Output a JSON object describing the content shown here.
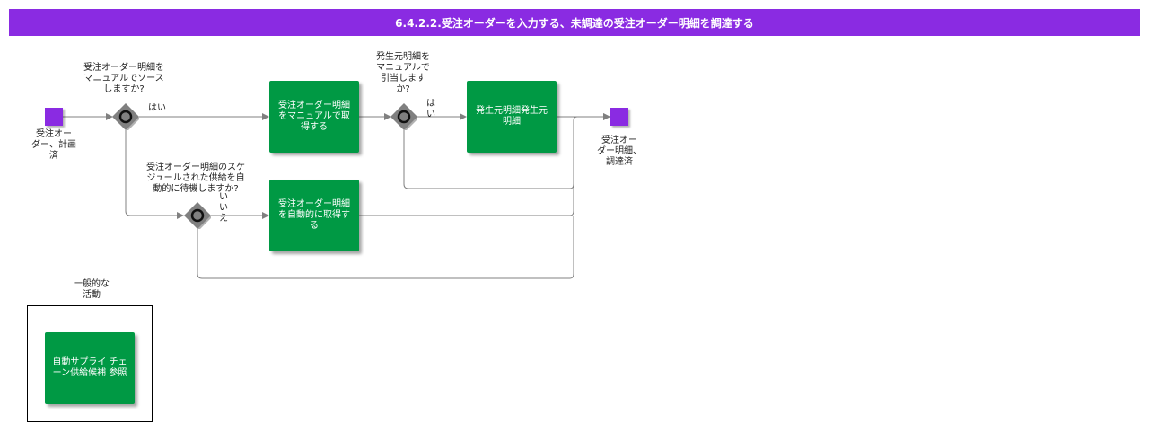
{
  "title": "6.4.2.2.受注オーダーを入力する、未調達の受注オーダー明細を調達する",
  "colors": {
    "title_bar": "#8a2be2",
    "event": "#8a2be2",
    "task": "#009944",
    "gateway": "#808080",
    "flow_line": "#808080"
  },
  "events": {
    "start_label": "受注オー\nダー、計画\n済",
    "end_label": "受注オー\nダー明細、\n調達済"
  },
  "gateways": {
    "g1_question": "受注オーダー明細を\nマニュアルでソース\nしますか?",
    "g1_yes": "はい",
    "g2_question": "発生元明細を\nマニュアルで\n引当します\nか?",
    "g2_yes": "は\nい",
    "g3_question": "受注オーダー明細のスケ\nジュールされた供給を自\n動的に待機しますか?",
    "g3_no": "い\nい\nえ"
  },
  "tasks": {
    "manual_acquire": "受注オーダー明細\nをマニュアルで取\n得する",
    "source_line": "発生元明細発生元\n明細",
    "auto_acquire": "受注オーダー明細\nを自動的に取得す\nる"
  },
  "group": {
    "label": "一般的な\n活動",
    "task": "自動サプライ\nチェーン供給候補\n参照"
  }
}
